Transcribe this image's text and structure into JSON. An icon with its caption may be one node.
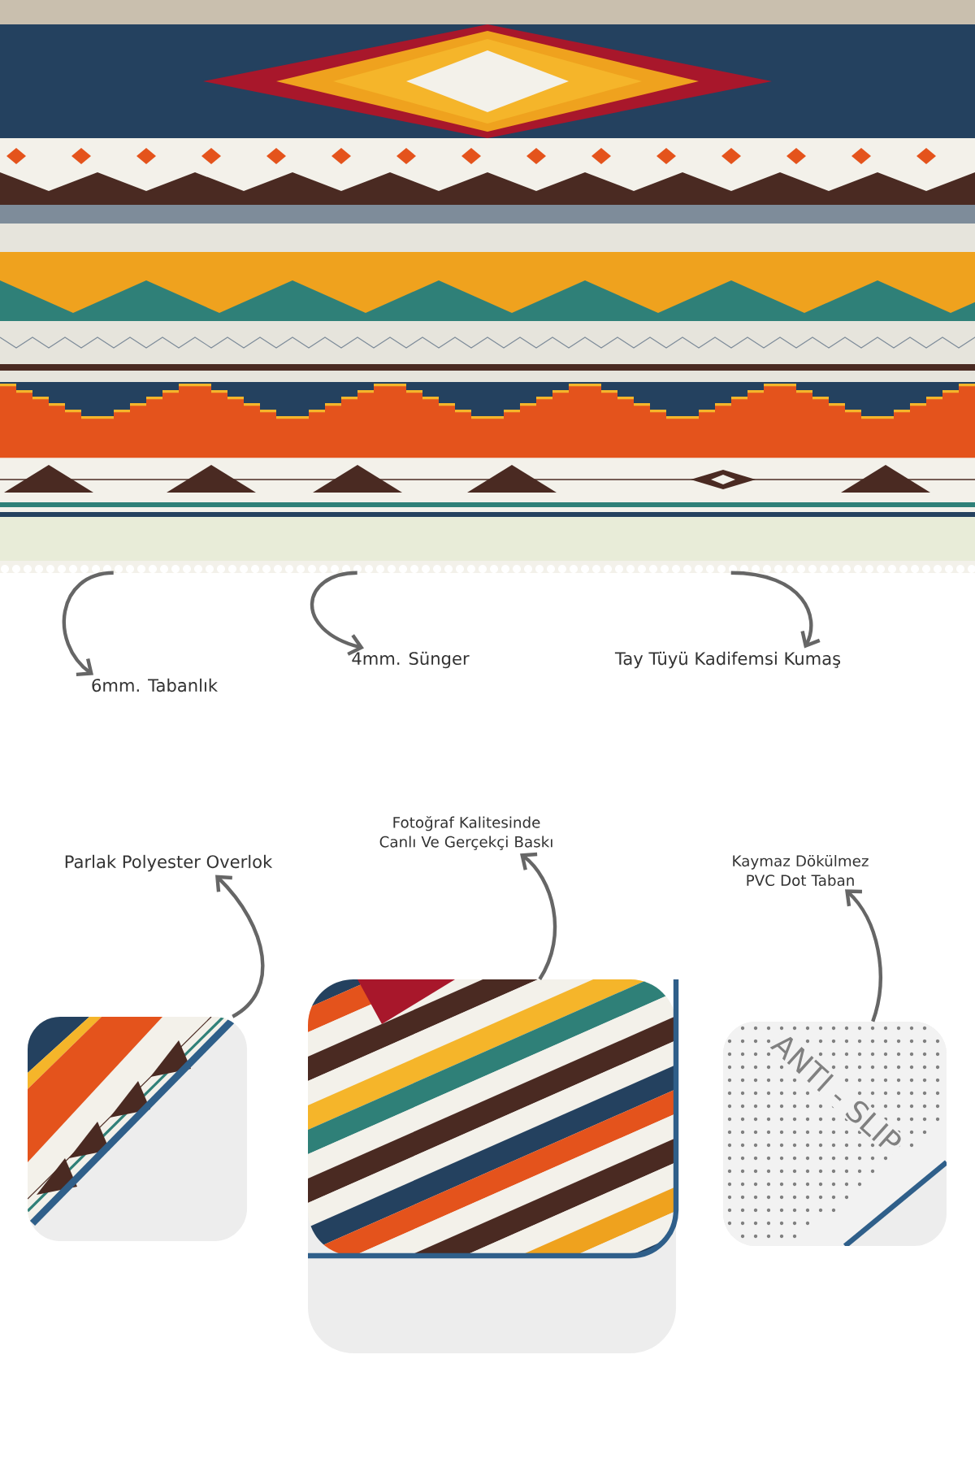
{
  "diagram": {
    "nodes": [
      {
        "text": [],
        "shape": "picture"
      },
      {
        "text": [
          "6mm. Tabanlık"
        ]
      },
      {
        "text": [
          "4mm. Sünger"
        ]
      },
      {
        "text": [
          "Tay Tüyü Kadifemsi Kumaş"
        ]
      },
      {
        "text": [
          "Parlak Polyester Overlok"
        ]
      },
      {
        "text": [
          "Fotoğraf Kalitesinde Canlı Ve Gerçekçi Baskı"
        ]
      },
      {
        "text": [
          "Kaymaz Dökülmez PVC Dot Taban"
        ]
      },
      {
        "text": [],
        "shape": "picture"
      },
      {
        "text": [],
        "shape": "picture"
      },
      {
        "text": [],
        "shape": "picture"
      }
    ],
    "edges": [
      {
        "from": 0,
        "to": 1,
        "arrow": "to"
      },
      {
        "from": 0,
        "to": 2,
        "arrow": "to"
      },
      {
        "from": 0,
        "to": 3,
        "arrow": "to"
      },
      {
        "from": 7,
        "to": 4,
        "arrow": "to"
      },
      {
        "from": 8,
        "to": 5,
        "arrow": "to"
      },
      {
        "from": 9,
        "to": 6,
        "arrow": "to"
      }
    ],
    "labels": [
      "ANTI - SLIP"
    ]
  }
}
